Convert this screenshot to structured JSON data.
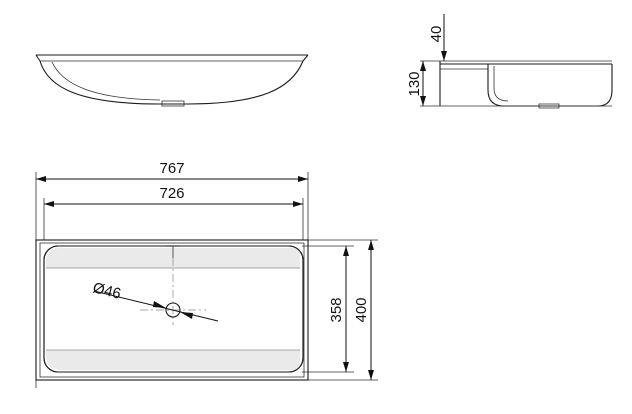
{
  "dimensions": {
    "depth_flange": "40",
    "depth_total": "130",
    "overall_length": "767",
    "inner_length": "726",
    "drain_diameter": "Ø46",
    "inner_width": "358",
    "overall_width": "400"
  },
  "colors": {
    "line": "#1a1a1a",
    "background": "#ffffff"
  }
}
